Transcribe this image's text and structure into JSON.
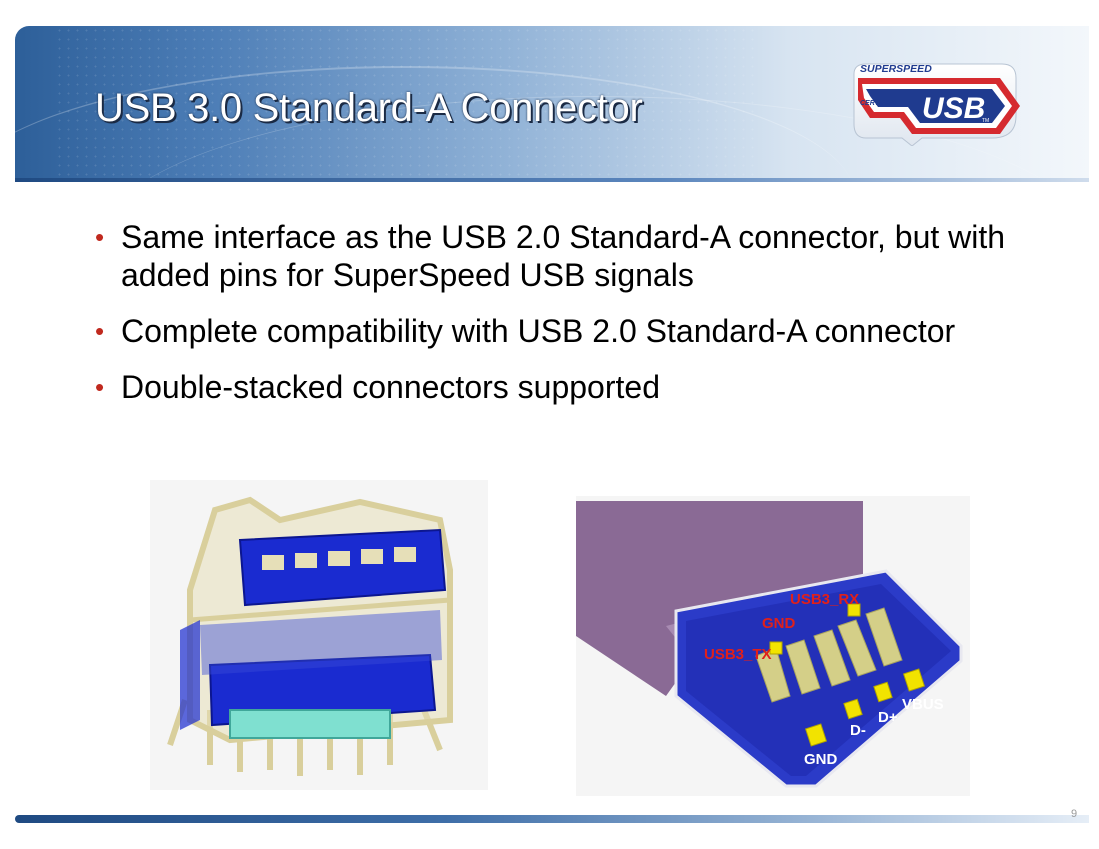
{
  "slide": {
    "title": "USB 3.0 Standard-A Connector",
    "page_number": "9"
  },
  "logo": {
    "top_text": "SUPERSPEED",
    "side_text": "CERTIFIED",
    "main_text": "USB",
    "tm": "TM"
  },
  "bullets": [
    "Same interface as the USB 2.0 Standard-A connector, but with added pins for SuperSpeed USB signals",
    "Complete compatibility with USB 2.0 Standard-A connector",
    "Double-stacked connectors supported"
  ],
  "pin_labels": {
    "usb3_rx": "USB3_RX",
    "gnd_top": "GND",
    "usb3_tx": "USB3_TX",
    "vbus": "VBUS",
    "d_plus": "D+",
    "d_minus": "D-",
    "gnd_bottom": "GND"
  },
  "colors": {
    "bullet_marker": "#c0291e",
    "usb3_label": "#e0201b",
    "usb2_label": "#ffffff",
    "header_blue": "#2d5f99",
    "connector_blue": "#1a2bd0",
    "plug_purple": "#8a6a95"
  }
}
